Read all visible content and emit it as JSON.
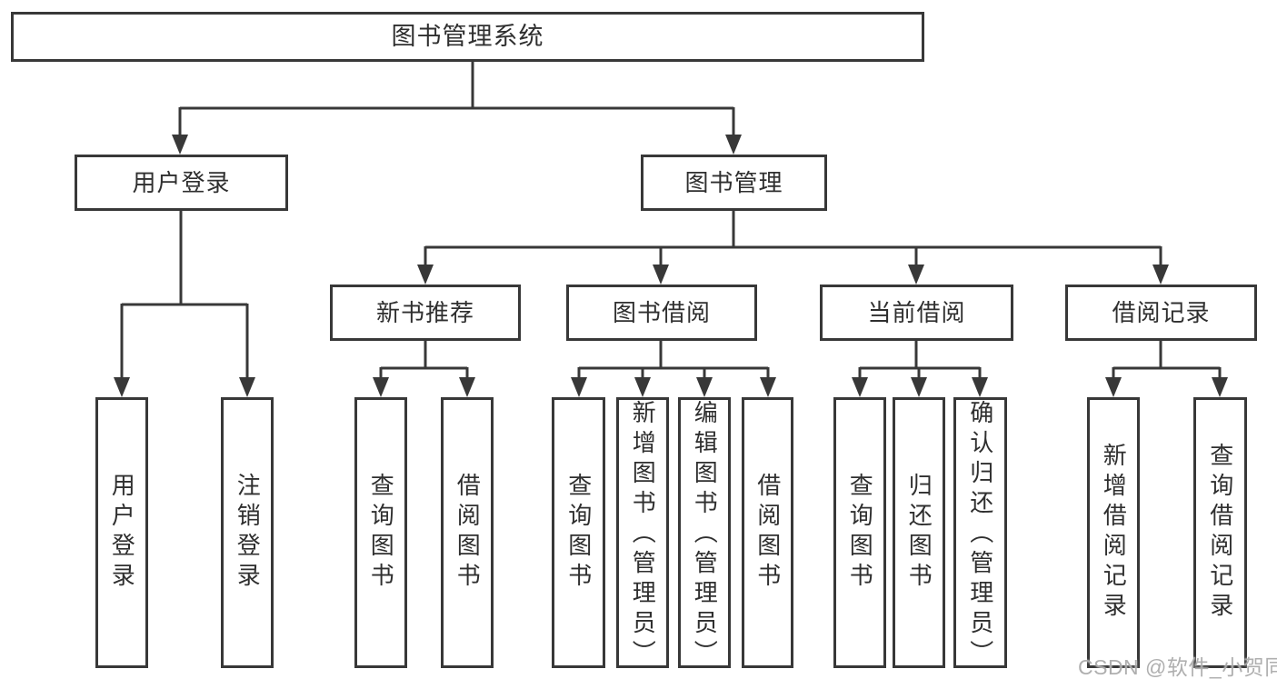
{
  "tree": {
    "root": {
      "label": "图书管理系统"
    },
    "branches": [
      {
        "label": "用户登录",
        "children": [
          {
            "label": "用户登录"
          },
          {
            "label": "注销登录"
          }
        ]
      },
      {
        "label": "图书管理",
        "sections": [
          {
            "label": "新书推荐",
            "children": [
              {
                "label": "查询图书"
              },
              {
                "label": "借阅图书"
              }
            ]
          },
          {
            "label": "图书借阅",
            "children": [
              {
                "label": "查询图书"
              },
              {
                "label": "新增图书（管理员）"
              },
              {
                "label": "编辑图书（管理员）"
              },
              {
                "label": "借阅图书"
              }
            ]
          },
          {
            "label": "当前借阅",
            "children": [
              {
                "label": "查询图书"
              },
              {
                "label": "归还图书"
              },
              {
                "label": "确认归还（管理员）"
              }
            ]
          },
          {
            "label": "借阅记录",
            "children": [
              {
                "label": "新增借阅记录"
              },
              {
                "label": "查询借阅记录"
              }
            ]
          }
        ]
      }
    ]
  },
  "watermark": {
    "text": "CSDN @软件_小贺同学"
  },
  "colors": {
    "line": "#383838",
    "text": "#2f2f2f",
    "background": "#ffffff",
    "watermark": "#a8a8a8"
  }
}
